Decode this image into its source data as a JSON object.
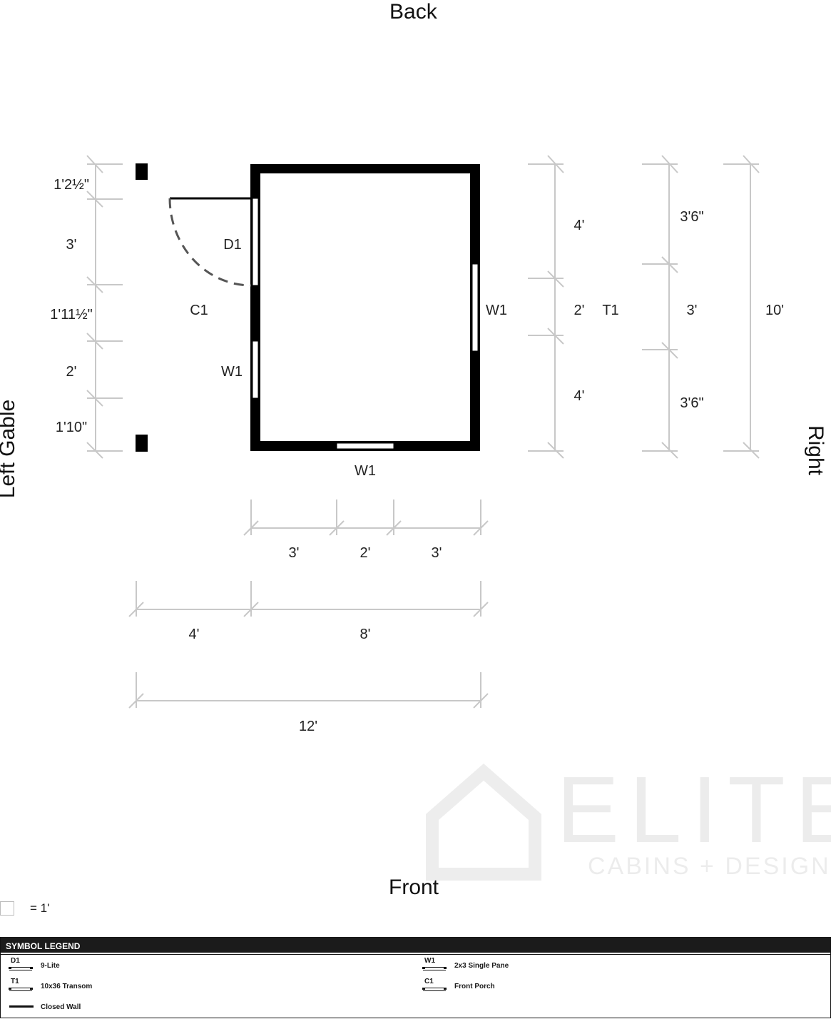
{
  "sides": {
    "back": "Back",
    "front": "Front",
    "left": "Left Gable",
    "right": "Right"
  },
  "left_dims": [
    "1'2½\"",
    "3'",
    "1'11½\"",
    "2'",
    "1'10\""
  ],
  "right_inner_dims": [
    "4'",
    "2'",
    "4'"
  ],
  "right_mid_dims": [
    "3'6\"",
    "3'",
    "3'6\""
  ],
  "right_total_dim": "10'",
  "bottom_row1_dims": [
    "3'",
    "2'",
    "3'"
  ],
  "bottom_row2_dims": [
    "4'",
    "8'"
  ],
  "bottom_total_dim": "12'",
  "tags": {
    "door": "D1",
    "porch": "C1",
    "window_left": "W1",
    "window_right": "W1",
    "window_front": "W1",
    "transom": "T1"
  },
  "watermark": {
    "brand": "ELITE",
    "tagline": "CABINS + DESIGN"
  },
  "scale": {
    "text": "= 1'"
  },
  "legend": {
    "title": "SYMBOL LEGEND",
    "items": [
      {
        "code": "D1",
        "label": "9-Lite"
      },
      {
        "code": "W1",
        "label": "2x3 Single Pane"
      },
      {
        "code": "T1",
        "label": "10x36 Transom"
      },
      {
        "code": "C1",
        "label": "Front Porch"
      },
      {
        "code": "",
        "label": "Closed Wall"
      }
    ]
  }
}
